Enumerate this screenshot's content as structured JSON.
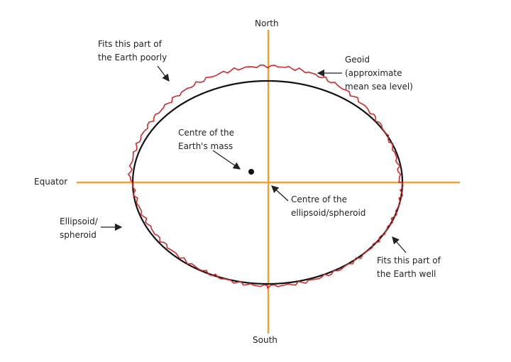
{
  "labels": {
    "north": "North",
    "south": "South",
    "equator": "Equator",
    "fits_poorly": [
      "Fits this part of",
      "the Earth poorly"
    ],
    "geoid": [
      "Geoid",
      "(approximate",
      "mean sea level)"
    ],
    "centre_mass": [
      "Centre of the",
      "Earth's mass"
    ],
    "centre_ellipsoid": [
      "Centre of the",
      "ellipsoid/spheroid"
    ],
    "ellipsoid": [
      "Ellipsoid/",
      "spheroid"
    ],
    "fits_well": [
      "Fits this part of",
      "the Earth well"
    ]
  },
  "colors": {
    "axis": "#f5a032",
    "geoid": "#d8262a",
    "ellipsoid": "#111111",
    "text": "#222222"
  }
}
